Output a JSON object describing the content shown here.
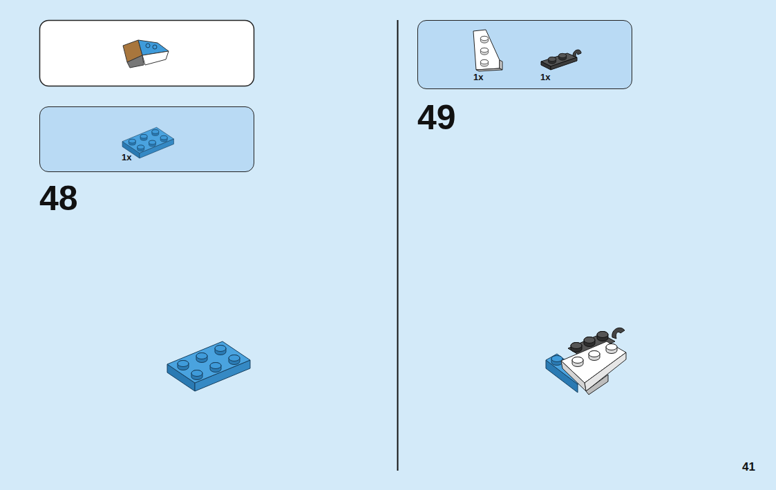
{
  "diagram": {
    "nodes": [
      {
        "text": [
          "1x"
        ]
      },
      {
        "text": [
          "1x",
          "1x"
        ]
      }
    ],
    "labels": [
      "48",
      "49",
      "41"
    ]
  }
}
